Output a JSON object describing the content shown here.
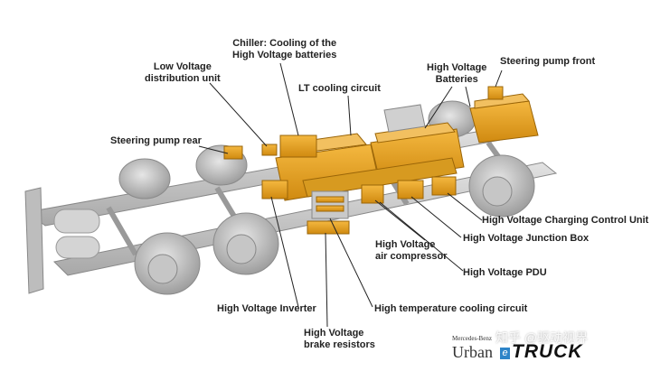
{
  "labels": {
    "chiller": "Chiller: Cooling of the\nHigh Voltage batteries",
    "low_voltage": "Low Voltage\ndistribution unit",
    "lt_cooling": "LT cooling circuit",
    "hv_batteries": "High Voltage\nBatteries",
    "steering_front": "Steering pump front",
    "steering_rear": "Steering pump rear",
    "charging_control": "High Voltage Charging Control Unit",
    "junction_box": "High Voltage Junction Box",
    "air_compressor": "High Voltage\nair compressor",
    "pdu": "High Voltage PDU",
    "inverter": "High Voltage Inverter",
    "ht_cooling": "High temperature cooling circuit",
    "brake_resistors": "High Voltage\nbrake resistors"
  },
  "brand": {
    "maker": "Mercedes-Benz",
    "urban": "Urban",
    "e": "e",
    "truck": "TRUCK"
  },
  "watermark": "知乎 @驱动视界",
  "colors": {
    "component": "#e8a020",
    "chassis": "#c9c9c9",
    "wheel": "#b5b5b5",
    "leader": "#222222",
    "brand_blue": "#2d84c8"
  }
}
